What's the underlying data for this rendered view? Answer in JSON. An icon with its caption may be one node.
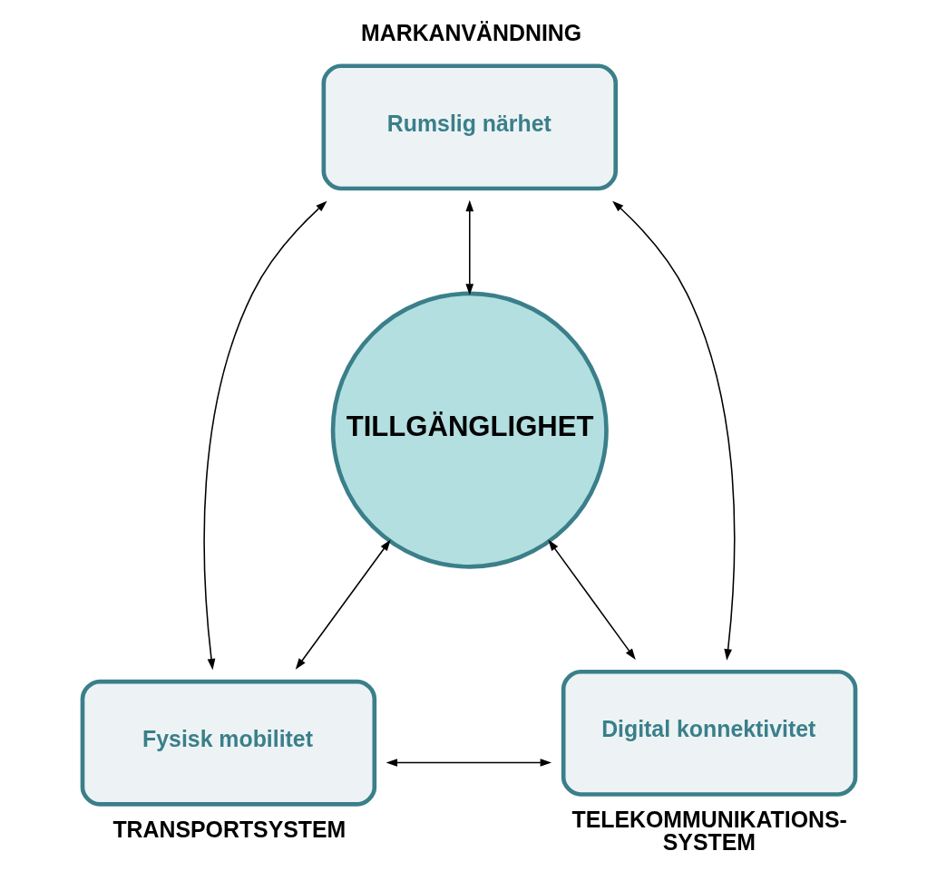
{
  "diagram": {
    "nodes": [
      {
        "text": [
          "Rumslig närhet"
        ],
        "beside": [
          "MARKANVÄNDNING"
        ]
      },
      {
        "text": [
          "TILLGÄNGLIGHET"
        ]
      },
      {
        "text": [
          "Fysisk mobilitet"
        ],
        "beside": [
          "TRANSPORTSYSTEM"
        ]
      },
      {
        "text": [
          "Digital konnektivitet"
        ],
        "beside": [
          "TELEKOMMUNIKATIONS- SYSTEM"
        ]
      }
    ],
    "edges": [
      {
        "from": 2,
        "to": 0,
        "arrow": "both"
      },
      {
        "from": 0,
        "to": 1,
        "arrow": "both"
      },
      {
        "from": 0,
        "to": 3,
        "arrow": "both"
      },
      {
        "from": 2,
        "to": 1,
        "arrow": "both"
      },
      {
        "from": 1,
        "to": 3,
        "arrow": "both"
      },
      {
        "from": 2,
        "to": 3,
        "arrow": "both"
      }
    ]
  }
}
